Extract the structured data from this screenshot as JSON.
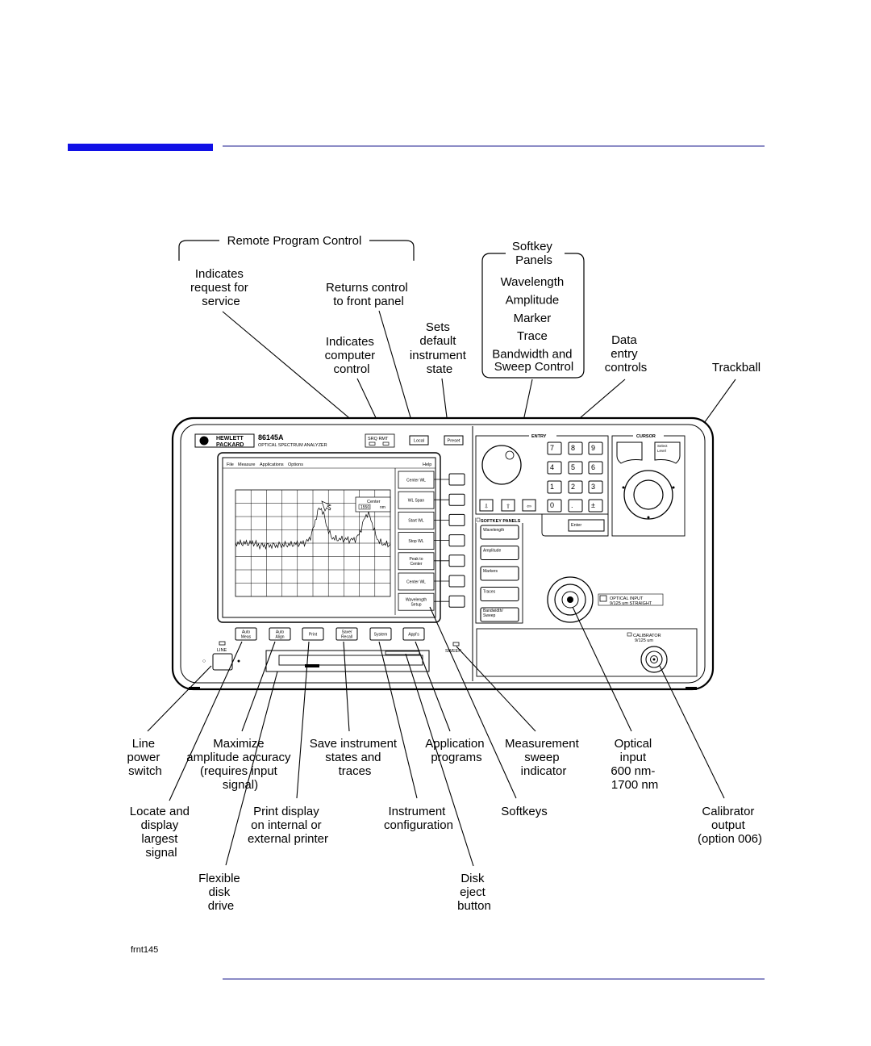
{
  "figure_id": "frnt145",
  "groups": {
    "remote_program_control": "Remote Program Control",
    "softkey_panels": [
      "Softkey",
      "Panels"
    ],
    "softkey_panel_items": [
      "Wavelength",
      "Amplitude",
      "Marker",
      "Trace",
      "Bandwidth and",
      "Sweep Control"
    ]
  },
  "callouts": {
    "srq": [
      "Indicates",
      "request for",
      "service"
    ],
    "local": [
      "Returns control",
      "to front panel"
    ],
    "remote": [
      "Indicates",
      "computer",
      "control"
    ],
    "preset": [
      "Sets",
      "default",
      "instrument",
      "state"
    ],
    "data_entry": [
      "Data",
      "entry",
      "controls"
    ],
    "trackball": [
      "Trackball"
    ],
    "line_power": [
      "Line",
      "power",
      "switch"
    ],
    "auto_meas": [
      "Locate and",
      "display",
      "largest",
      "signal"
    ],
    "auto_align": [
      "Maximize",
      "amplitude accuracy",
      "(requires input",
      "signal)"
    ],
    "disk_drive": [
      "Flexible",
      "disk",
      "drive"
    ],
    "print": [
      "Print display",
      "on internal or",
      "external printer"
    ],
    "save_recall": [
      "Save instrument",
      "states and",
      "traces"
    ],
    "system": [
      "Instrument",
      "configuration"
    ],
    "applications": [
      "Application",
      "programs"
    ],
    "disk_eject": [
      "Disk",
      "eject",
      "button"
    ],
    "sweep_indicator": [
      "Measurement",
      "sweep",
      "indicator"
    ],
    "softkeys": [
      "Softkeys"
    ],
    "optical_input": [
      "Optical",
      "input",
      "600 nm-",
      "1700 nm"
    ],
    "calibrator": [
      "Calibrator",
      "output",
      "(option 006)"
    ]
  },
  "instrument": {
    "brand": [
      "HEWLETT",
      "PACKARD"
    ],
    "model": "86145A",
    "model_desc": "OPTICAL SPECTRUM ANALYZER",
    "srq_rmt": "SRQ  RMT",
    "local_key": "Local",
    "preset_key": "Preset",
    "menu_bar": [
      "File",
      "Measure",
      "Applications",
      "Options"
    ],
    "menu_help": "Help",
    "screen_softkeys": [
      [
        "Center WL"
      ],
      [
        "WL Span"
      ],
      [
        "Start WL"
      ],
      [
        "Stop WL"
      ],
      [
        "Peak to",
        "Center"
      ],
      [
        "Center WL"
      ],
      [
        "Wavelength",
        "Setup"
      ]
    ],
    "center_box": {
      "label": "Center",
      "value": "1550",
      "unit": "nm"
    },
    "bottom_keys": [
      [
        "Auto",
        "Meas"
      ],
      [
        "Auto",
        "Align"
      ],
      [
        "Print"
      ],
      [
        "Save/",
        "Recall"
      ],
      [
        "System"
      ],
      [
        "Appl's"
      ]
    ],
    "line_label": "LINE",
    "sweep_label": "SWEEP",
    "entry_label": "ENTRY",
    "cursor_label": "CURSOR",
    "select_key": [
      "Select",
      "Level"
    ],
    "keypad": [
      "7",
      "8",
      "9",
      "4",
      "5",
      "6",
      "1",
      "2",
      "3",
      "0",
      ".",
      "±"
    ],
    "enter_key": "Enter",
    "softkey_panel_label": "SOFTKEY PANELS",
    "panel_keys": [
      [
        "Wavelength"
      ],
      [
        "Amplitude"
      ],
      [
        "Markers"
      ],
      [
        "Traces"
      ],
      [
        "Bandwidth/",
        "Sweep"
      ]
    ],
    "optical_input_label": [
      "OPTICAL INPUT",
      "9/125 um STRAIGHT"
    ],
    "calibrator_label": [
      "CALIBRATOR",
      "9/125 um"
    ]
  },
  "colors": {
    "accent_bar": "#1010e6",
    "rule": "#1a1a8c",
    "ink": "#000000"
  }
}
